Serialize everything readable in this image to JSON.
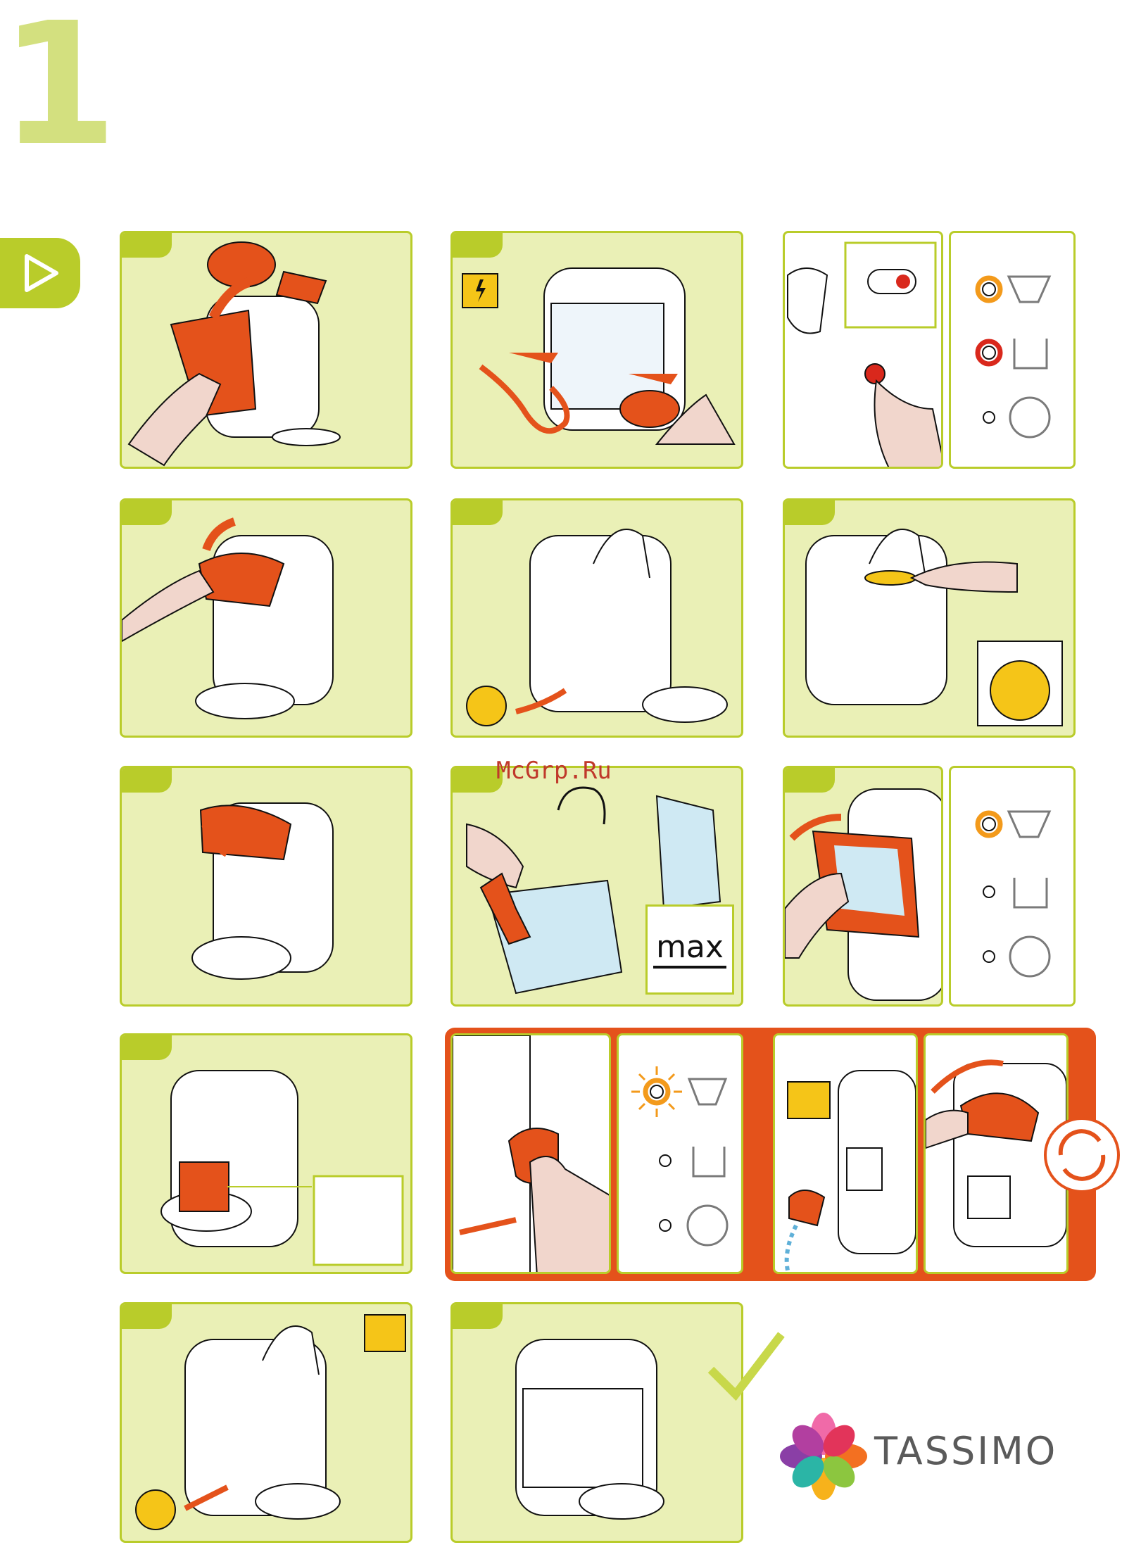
{
  "page": {
    "step_number": "1"
  },
  "colors": {
    "accent_green": "#b9cc2a",
    "panel_green": "#eaf0b6",
    "orange": "#e4521b",
    "amber": "#f39a1b",
    "red": "#d9281c",
    "yellow": "#f5c518"
  },
  "icons": [
    "play-icon",
    "electrical-warning-icon",
    "hot-surface-warning-icon",
    "power-switch-icon",
    "cup-icon",
    "water-tank-icon",
    "descaling-icon",
    "t-disc-icon",
    "checkmark-icon"
  ],
  "watermark": "McGrp.Ru",
  "max_label": "max",
  "brand": {
    "name": "TASSIMO"
  }
}
